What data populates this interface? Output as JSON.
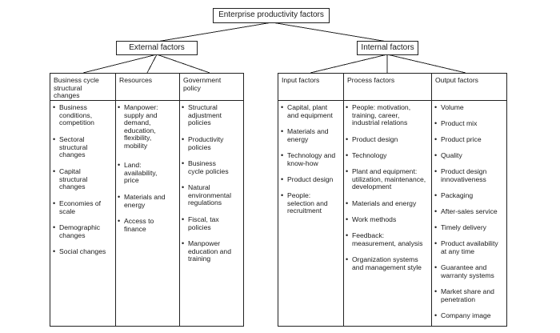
{
  "root": {
    "label": "Enterprise productivity factors"
  },
  "groups": [
    {
      "label": "External factors"
    },
    {
      "label": "Internal factors"
    }
  ],
  "columns": [
    {
      "title": "Business cycle structural changes",
      "items": [
        "Business conditions, competition",
        "Sectoral structural changes",
        "Capital structural changes",
        "Economies of scale",
        "Demographic changes",
        "Social changes"
      ]
    },
    {
      "title": "Resources",
      "items": [
        "Manpower: supply and demand, education, flexibility, mobility",
        "Land: availability, price",
        "Materials and energy",
        "Access to finance"
      ]
    },
    {
      "title": "Government policy",
      "items": [
        "Structural adjustment policies",
        "Productivity policies",
        "Business cycle policies",
        "Natural environmental regulations",
        "Fiscal, tax policies",
        "Manpower education and training"
      ]
    },
    {
      "title": "Input factors",
      "items": [
        "Capital, plant and equipment",
        "Materials and energy",
        "Technology and know-how",
        "Product design",
        "People: selection and recruitment"
      ]
    },
    {
      "title": "Process factors",
      "items": [
        "People: motivation, training, career, industrial relations",
        "Product design",
        "Technology",
        "Plant and equipment: utilization, maintenance, development",
        "Materials and energy",
        "Work methods",
        "Feedback: measurement, analysis",
        "Organization systems and management style"
      ]
    },
    {
      "title": "Output factors",
      "items": [
        "Volume",
        "Product mix",
        "Product price",
        "Quality",
        "Product design innovativeness",
        "Packaging",
        "After-sales service",
        "Timely delivery",
        "Product availability at any time",
        "Guarantee and warranty systems",
        "Market share and penetration",
        "Company image"
      ]
    }
  ]
}
